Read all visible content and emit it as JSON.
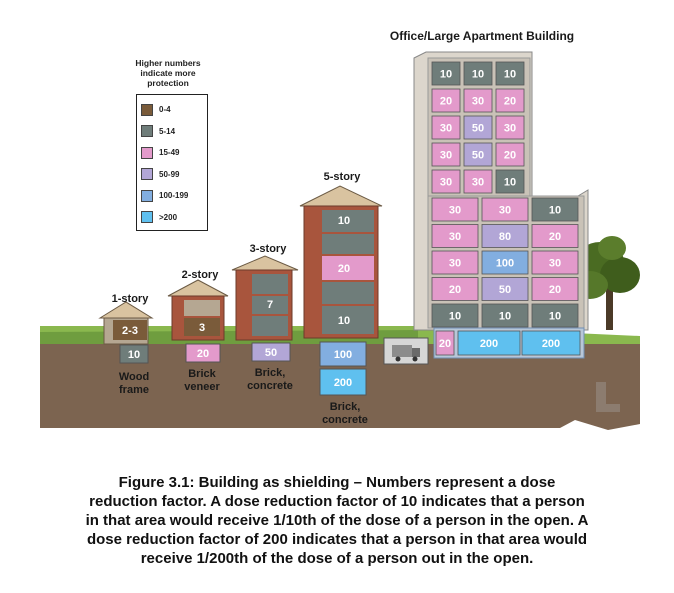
{
  "building_title": "Office/Large Apartment Building",
  "legend": {
    "header": [
      "Higher numbers",
      "indicate more",
      "protection"
    ],
    "items": [
      {
        "label": "0-4",
        "color": "#7a5b3a"
      },
      {
        "label": "5-14",
        "color": "#6f7d7a"
      },
      {
        "label": "15-49",
        "color": "#e39acb"
      },
      {
        "label": "50-99",
        "color": "#b2a6d6"
      },
      {
        "label": "100-199",
        "color": "#82aee0"
      },
      {
        "label": ">200",
        "color": "#5fc0ef"
      }
    ]
  },
  "houses": {
    "one_story": {
      "title": "1-story",
      "above": "2-3",
      "below": "10",
      "caption": [
        "Wood",
        "frame"
      ]
    },
    "two_story": {
      "title": "2-story",
      "above": "3",
      "below": "20",
      "caption": [
        "Brick",
        "veneer"
      ]
    },
    "three_story": {
      "title": "3-story",
      "above": "7",
      "below": "50",
      "caption": [
        "Brick,",
        "concrete"
      ]
    },
    "five_story": {
      "title": "5-story",
      "top": "10",
      "mid": "20",
      "low": "10",
      "below1": "100",
      "below2": "200",
      "caption": [
        "Brick,",
        "concrete"
      ]
    }
  },
  "tower": {
    "rows": [
      [
        "10",
        "10",
        "10"
      ],
      [
        "20",
        "30",
        "20"
      ],
      [
        "30",
        "50",
        "30"
      ],
      [
        "30",
        "50",
        "20"
      ],
      [
        "30",
        "30",
        "10"
      ]
    ]
  },
  "annex": {
    "rows": [
      [
        "30",
        "30",
        "10"
      ],
      [
        "30",
        "80",
        "20"
      ],
      [
        "30",
        "100",
        "30"
      ],
      [
        "20",
        "50",
        "20"
      ],
      [
        "10",
        "10",
        "10"
      ]
    ],
    "basement": [
      "20",
      "200",
      "200"
    ]
  },
  "caption": [
    "Figure 3.1: Building as shielding – Numbers represent a dose",
    "reduction factor. A dose reduction factor of 10 indicates that a person",
    "in that area would receive 1/10th of the dose of a person in the open. A",
    "dose reduction factor of 200 indicates that a person in that area would",
    "receive 1/200th of the dose of a person out in the open."
  ]
}
